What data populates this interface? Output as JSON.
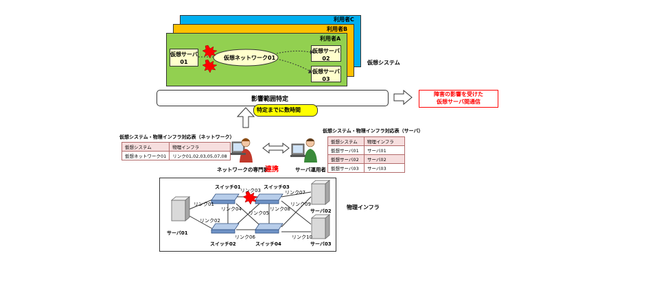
{
  "virtual_system": {
    "label": "仮想システム",
    "users": [
      "利用者C",
      "利用者B",
      "利用者A"
    ],
    "server01": [
      "仮想サーバ",
      "01"
    ],
    "server02": [
      "仮想サーバ",
      "02"
    ],
    "server03": [
      "仮想サーバ",
      "03"
    ],
    "network": "仮想ネットワーク01"
  },
  "impact": {
    "bar_label": "影響範囲特定",
    "time_label": "特定までに数時間",
    "result_line1": "障害の影響を受けた",
    "result_line2": "仮想サーバ間通信"
  },
  "network_table": {
    "title": "仮想システム・物理インフラ対応表（ネットワーク）",
    "headers": [
      "仮想システム",
      "物理インフラ"
    ],
    "rows": [
      [
        "仮想ネットワーク01",
        "リンク01,02,03,05,07,08"
      ]
    ]
  },
  "server_table": {
    "title": "仮想システム・物理インフラ対応表（サーバ）",
    "headers": [
      "仮想システム",
      "物理インフラ"
    ],
    "rows": [
      [
        "仮想サーバ01",
        "サーバ01"
      ],
      [
        "仮想サーバ02",
        "サーバ02"
      ],
      [
        "仮想サーバ03",
        "サーバ03"
      ]
    ]
  },
  "people": {
    "network_expert": "ネットワークの専門家",
    "server_operator": "サーバ運用者",
    "cooperation": "連携"
  },
  "physical": {
    "label": "物理インフラ",
    "switches": [
      "スイッチ01",
      "スイッチ02",
      "スイッチ03",
      "スイッチ04"
    ],
    "servers": [
      "サーバ01",
      "サーバ02",
      "サーバ03"
    ],
    "links": [
      "リンク01",
      "リンク02",
      "リンク03",
      "リンク04",
      "リンク05",
      "リンク06",
      "リンク07",
      "リンク08",
      "リンク09",
      "リンク10"
    ]
  },
  "colors": {
    "layer_c": "#00b0f0",
    "layer_b": "#ffc000",
    "layer_a": "#92d050",
    "alert": "#ff0000",
    "switch": "#8eb4e3"
  }
}
